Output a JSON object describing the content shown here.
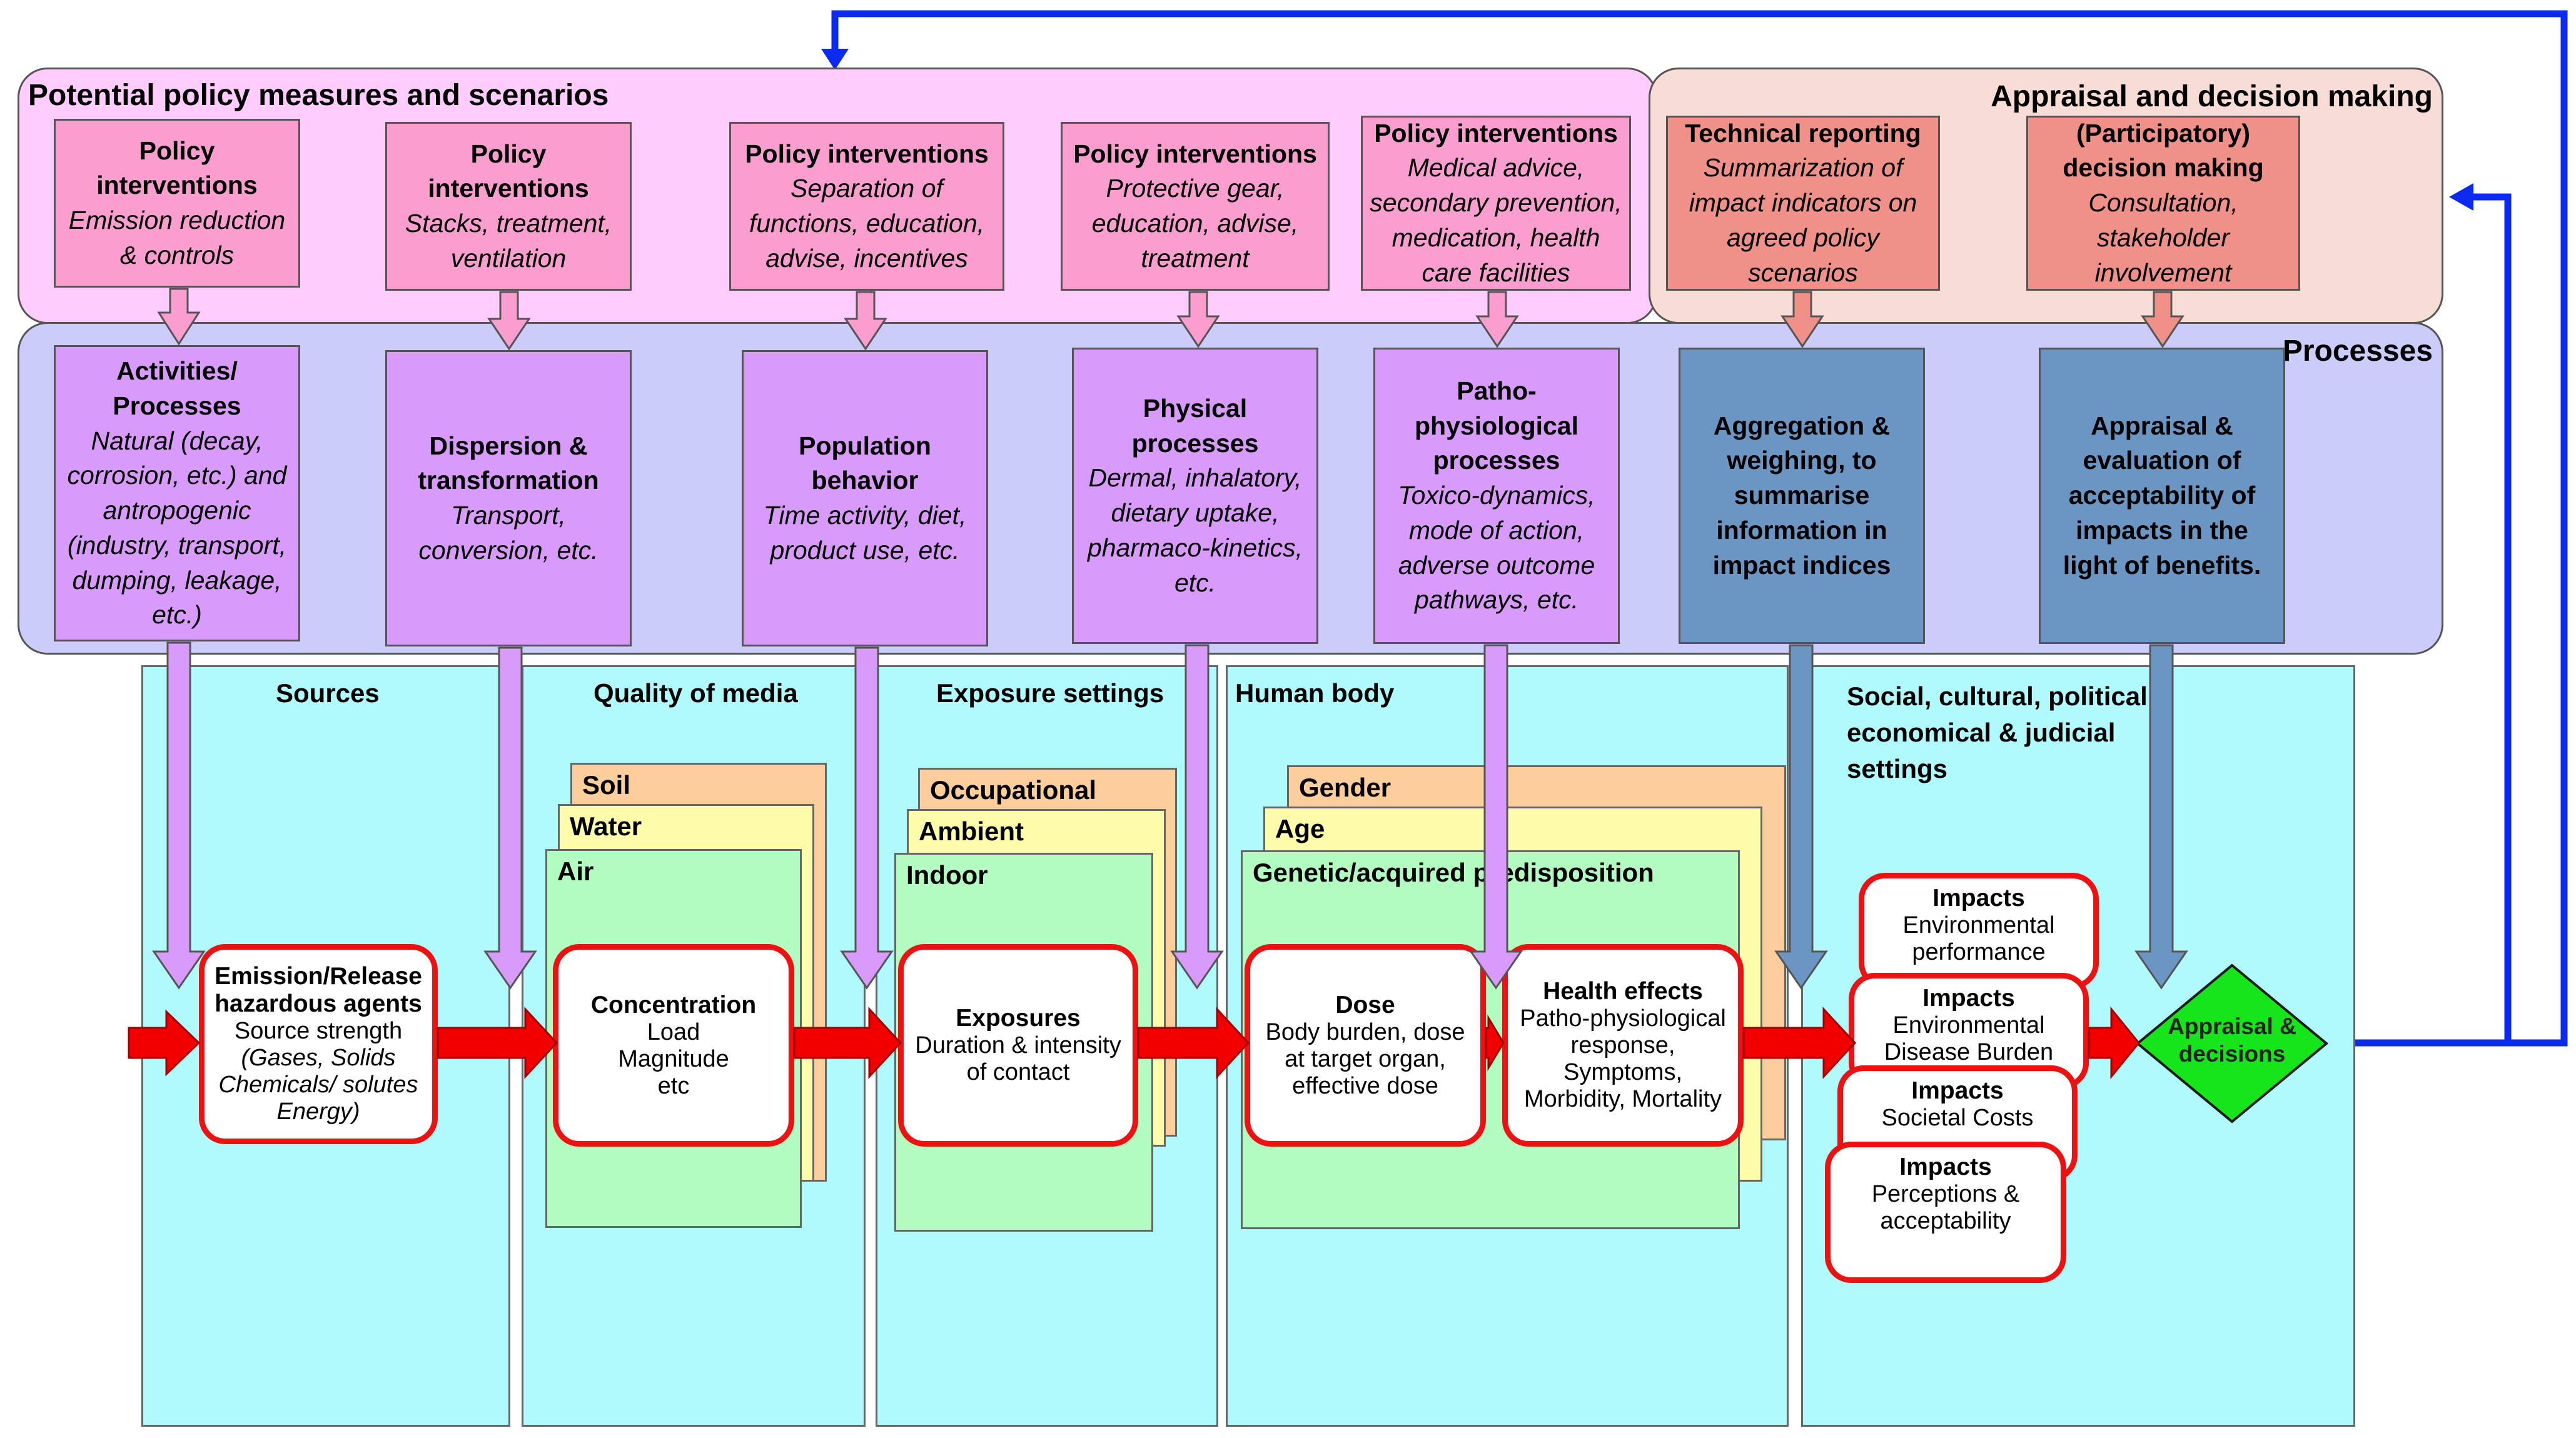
{
  "policy_band": {
    "title": "Potential policy measures and scenarios"
  },
  "appraisal_band": {
    "title": "Appraisal and decision making"
  },
  "processes_band": {
    "title": "Processes"
  },
  "policy_boxes": [
    {
      "title": "Policy interventions",
      "desc": "Emission reduction & controls"
    },
    {
      "title": "Policy interventions",
      "desc": "Stacks, treatment, ventilation"
    },
    {
      "title": "Policy interventions",
      "desc": "Separation of functions, education, advise, incentives"
    },
    {
      "title": "Policy interventions",
      "desc": "Protective gear, education, advise, treatment"
    },
    {
      "title": "Policy interventions",
      "desc": "Medical advice, secondary prevention, medication, health care facilities"
    }
  ],
  "appraisal_boxes": [
    {
      "title": "Technical reporting",
      "desc": "Summarization of impact indicators on agreed policy scenarios"
    },
    {
      "title": "(Participatory) decision making",
      "desc": "Consultation, stakeholder involvement"
    }
  ],
  "process_boxes": [
    {
      "title": "Activities/ Processes",
      "desc": "Natural (decay, corrosion, etc.) and antropogenic (industry, transport, dumping, leakage, etc.)"
    },
    {
      "title": "Dispersion & transformation",
      "desc": "Transport, conversion, etc."
    },
    {
      "title": "Population behavior",
      "desc": "Time activity, diet, product use, etc."
    },
    {
      "title": "Physical processes",
      "desc": "Dermal, inhalatory, dietary uptake, pharmaco-kinetics, etc."
    },
    {
      "title": "Patho-physiological processes",
      "desc": "Toxico-dynamics, mode of action, adverse outcome pathways, etc."
    },
    {
      "title": "Aggregation & weighing, to summarise information in impact indices",
      "desc": ""
    },
    {
      "title": "Appraisal & evaluation of acceptability of impacts in the light of benefits.",
      "desc": ""
    }
  ],
  "settings": [
    {
      "title": "Sources"
    },
    {
      "title": "Quality of media"
    },
    {
      "title": "Exposure settings"
    },
    {
      "title": "Human body"
    },
    {
      "title": "Social, cultural, political, economical & judicial settings"
    }
  ],
  "media_layers": [
    "Soil",
    "Water",
    "Air"
  ],
  "exposure_layers": [
    "Occupational",
    "Ambient",
    "Indoor"
  ],
  "body_layers": [
    "Gender",
    "Age",
    "Genetic/acquired predisposition"
  ],
  "chain": [
    {
      "title": "Emission/Release hazardous agents",
      "line1": "Source strength",
      "line2": "(Gases, Solids",
      "line3": "Chemicals/ solutes",
      "line4": "Energy)"
    },
    {
      "title": "Concentration",
      "line1": "Load",
      "line2": "Magnitude",
      "line3": "etc"
    },
    {
      "title": "Exposures",
      "line1": "Duration & intensity",
      "line2": "of contact"
    },
    {
      "title": "Dose",
      "line1": "Body burden, dose",
      "line2": "at target organ,",
      "line3": "effective dose"
    },
    {
      "title": "Health effects",
      "line1": "Patho-physiological",
      "line2": "response,",
      "line3": "Symptoms,",
      "line4": "Morbidity, Mortality"
    }
  ],
  "impacts": [
    {
      "title": "Impacts",
      "line1": "Environmental",
      "line2": "performance"
    },
    {
      "title": "Impacts",
      "line1": "Environmental",
      "line2": "Disease Burden"
    },
    {
      "title": "Impacts",
      "line1": "Societal Costs"
    },
    {
      "title": "Impacts",
      "line1": "Perceptions &",
      "line2": "acceptability"
    }
  ],
  "decision": {
    "line1": "Appraisal &",
    "line2": "decisions"
  },
  "colors": {
    "policy_band": "#ffccfd",
    "appraisal_band": "#f7ddd6",
    "processes_band": "#ccccfa",
    "policy_box": "#fa9ed0",
    "technical_box": "#ef9188",
    "process_box": "#d99bfb",
    "process_box_blue": "#6b96c4",
    "setting": "#b0fafd",
    "chain_border": "#ee1111",
    "flow_arrow": "#f20000",
    "decision": "#17e51c",
    "feedback_line": "#0a2af0"
  }
}
